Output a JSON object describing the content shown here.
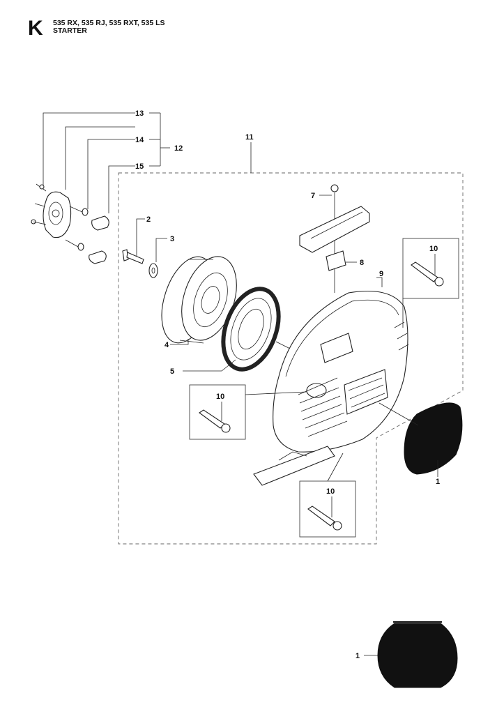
{
  "header": {
    "section_letter": "K",
    "models": "535 RX, 535 RJ, 535 RXT, 535 LS",
    "section_title": "STARTER"
  },
  "callouts": {
    "c1_top": "1",
    "c1_bottom": "1",
    "c2": "2",
    "c3": "3",
    "c4": "4",
    "c5": "5",
    "c7": "7",
    "c8": "8",
    "c9": "9",
    "c10_top": "10",
    "c10_left": "10",
    "c10_bottom": "10",
    "c11": "11",
    "c12": "12",
    "c13": "13",
    "c14": "14",
    "c15": "15"
  }
}
